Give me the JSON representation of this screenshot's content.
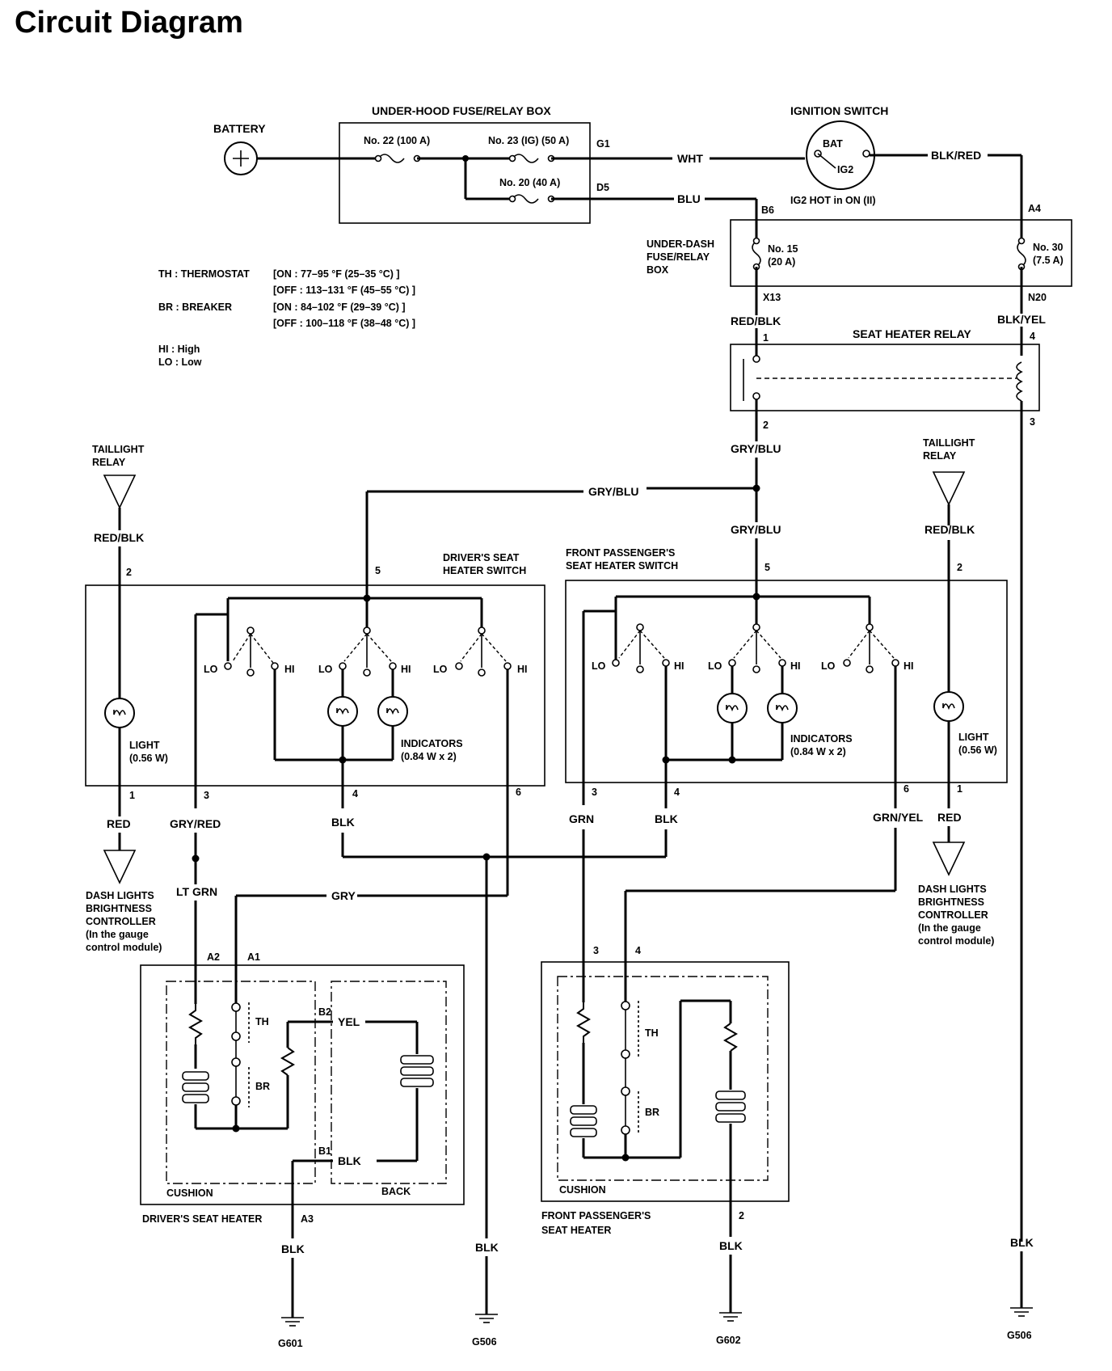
{
  "title": "Circuit Diagram",
  "components": {
    "battery": "BATTERY",
    "fuse_box": "UNDER-HOOD FUSE/RELAY BOX",
    "fuse_22": "No. 22 (100 A)",
    "fuse_23": "No. 23 (IG) (50 A)",
    "fuse_20": "No. 20 (40 A)",
    "ignition_switch": "IGNITION SWITCH",
    "ign_bat": "BAT",
    "ign_ig2": "IG2",
    "ign_note": "IG2 HOT in ON (II)",
    "underdash_l1": "UNDER-DASH",
    "underdash_l2": "FUSE/RELAY",
    "underdash_l3": "BOX",
    "fuse_15a": "No. 15",
    "fuse_15b": "(20 A)",
    "fuse_30a": "No. 30",
    "fuse_30b": "(7.5 A)",
    "seat_heater_relay": "SEAT HEATER RELAY",
    "taillight_relay_l1": "TAILLIGHT",
    "taillight_relay_l2": "RELAY",
    "drivers_switch_l1": "DRIVER'S SEAT",
    "drivers_switch_l2": "HEATER SWITCH",
    "pass_switch_l1": "FRONT PASSENGER'S",
    "pass_switch_l2": "SEAT HEATER SWITCH",
    "light": "LIGHT",
    "light_w": "(0.56 W)",
    "indicators": "INDICATORS",
    "indicators_w": "(0.84 W x 2)",
    "dash_l1": "DASH LIGHTS",
    "dash_l2": "BRIGHTNESS",
    "dash_l3": "CONTROLLER",
    "dash_l4": "(In the gauge",
    "dash_l5": "control module)",
    "cushion": "CUSHION",
    "back": "BACK",
    "drivers_heater": "DRIVER'S SEAT HEATER",
    "pass_heater_l1": "FRONT PASSENGER'S",
    "pass_heater_l2": "SEAT HEATER",
    "th": "TH",
    "br": "BR",
    "lo": "LO",
    "hi": "HI"
  },
  "legend": {
    "th_key": "TH : THERMOSTAT",
    "th_on": "[ON : 77–95 °F (25–35 °C) ]",
    "th_off": "[OFF : 113–131 °F (45–55 °C) ]",
    "br_key": "BR : BREAKER",
    "br_on": "[ON : 84–102 °F (29–39 °C) ]",
    "br_off": "[OFF : 100–118 °F (38–48 °C) ]",
    "hi_key": "HI : High",
    "lo_key": "LO : Low"
  },
  "wires": {
    "wht": "WHT",
    "blk_red": "BLK/RED",
    "blu": "BLU",
    "red_blk": "RED/BLK",
    "blk_yel": "BLK/YEL",
    "gry_blu": "GRY/BLU",
    "red": "RED",
    "gry_red": "GRY/RED",
    "lt_grn": "LT GRN",
    "gry": "GRY",
    "blk": "BLK",
    "grn": "GRN",
    "grn_yel": "GRN/YEL",
    "yel": "YEL"
  },
  "connectors": {
    "g1": "G1",
    "d5": "D5",
    "b6": "B6",
    "a4": "A4",
    "x13": "X13",
    "n20": "N20",
    "p1": "1",
    "p2": "2",
    "p3": "3",
    "p4": "4",
    "p5": "5",
    "p6": "6",
    "a1": "A1",
    "a2": "A2",
    "a3": "A3",
    "b1": "B1",
    "b2": "B2"
  },
  "grounds": {
    "g601": "G601",
    "g506": "G506",
    "g602": "G602"
  }
}
